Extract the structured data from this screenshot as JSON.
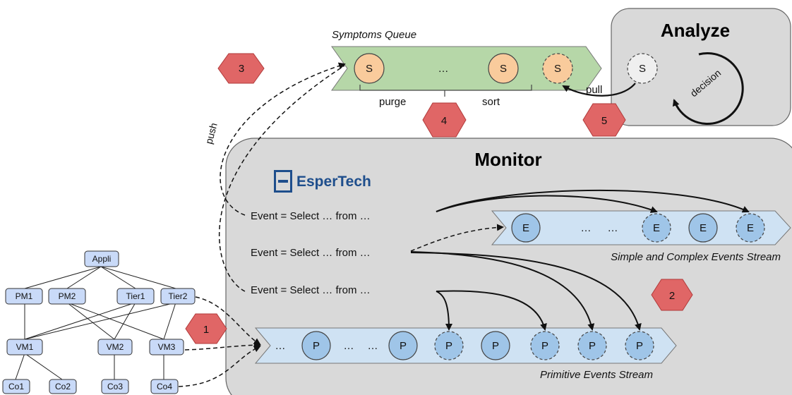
{
  "colors": {
    "panel": "#d9d9d9",
    "panel_stroke": "#666666",
    "queue_green": "#b6d7a8",
    "stream_blue": "#cfe2f3",
    "symptom_orange": "#f9cb9c",
    "event_blue": "#9fc5e8",
    "hexagon_red": "#e06666",
    "espertech_blue": "#1e4e8c",
    "tree_node": "#c9daf8"
  },
  "analyze": {
    "title": "Analyze",
    "symptom_label": "S",
    "decision_label": "decision"
  },
  "symptoms_queue": {
    "title": "Symptoms Queue",
    "items": [
      "S",
      "…",
      "S",
      "S"
    ],
    "purge_label": "purge",
    "sort_label": "sort"
  },
  "steps": [
    "1",
    "2",
    "3",
    "4",
    "5"
  ],
  "arrows": {
    "push_label": "push",
    "pull_label": "pull"
  },
  "monitor": {
    "title": "Monitor",
    "logo_text": "EsperTech",
    "logo_icon": "espertech-logo-icon",
    "queries": [
      "Event = Select … from …",
      "Event = Select … from …",
      "Event = Select … from …"
    ]
  },
  "events_stream": {
    "label": "Simple and Complex Events Stream",
    "items": [
      "E",
      "…",
      "…",
      "E",
      "E",
      "E"
    ]
  },
  "primitive_stream": {
    "label": "Primitive Events Stream",
    "items": [
      "…",
      "P",
      "…",
      "…",
      "P",
      "P",
      "P",
      "P",
      "P",
      "P"
    ]
  },
  "topology": {
    "root": "Appli",
    "level1": [
      "PM1",
      "PM2",
      "Tier1",
      "Tier2"
    ],
    "level2": [
      "VM1",
      "VM2",
      "VM3"
    ],
    "level3": [
      "Co1",
      "Co2",
      "Co3",
      "Co4"
    ]
  }
}
